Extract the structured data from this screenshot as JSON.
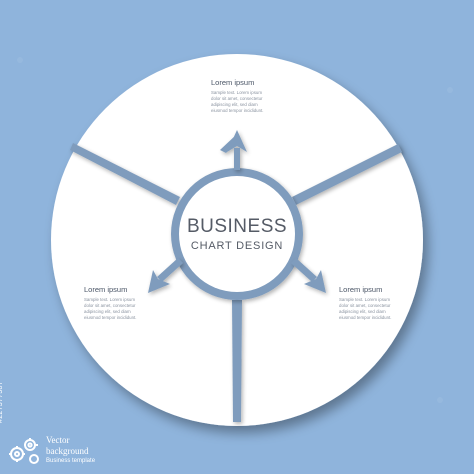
{
  "colors": {
    "background": "#8fb4dc",
    "disc": "#ffffff",
    "divider": "#7f9cbd",
    "text_dark": "#555b66",
    "text_light": "#8a93a0"
  },
  "center": {
    "title": "BUSINESS",
    "subtitle": "CHART DESIGN"
  },
  "segments": [
    {
      "position": "top",
      "title": "Lorem ipsum",
      "body_lines": [
        "Sample text. Lorem ipsum",
        "dolor sit amet, consectetur",
        "adipiscing elit, sed diam",
        "eiusmod tempor incididunt."
      ]
    },
    {
      "position": "bottom-left",
      "title": "Lorem ipsum",
      "body_lines": [
        "Sample text. Lorem ipsum",
        "dolor sit amet, consectetur",
        "adipiscing elit, sed diam",
        "eiusmod tempor incididunt."
      ]
    },
    {
      "position": "bottom-right",
      "title": "Lorem ipsum",
      "body_lines": [
        "Sample text. Lorem ipsum",
        "dolor sit amet, consectetur",
        "adipiscing elit, sed diam",
        "eiusmod tempor incididunt."
      ]
    }
  ],
  "icons": {
    "arrows": [
      "arrow-up-icon",
      "arrow-down-left-icon",
      "arrow-down-right-icon"
    ],
    "brand": "gears-icon"
  },
  "stock_id": "#227377387",
  "brand": {
    "line1": "Vector",
    "line2": "background",
    "line3": "Business template"
  }
}
